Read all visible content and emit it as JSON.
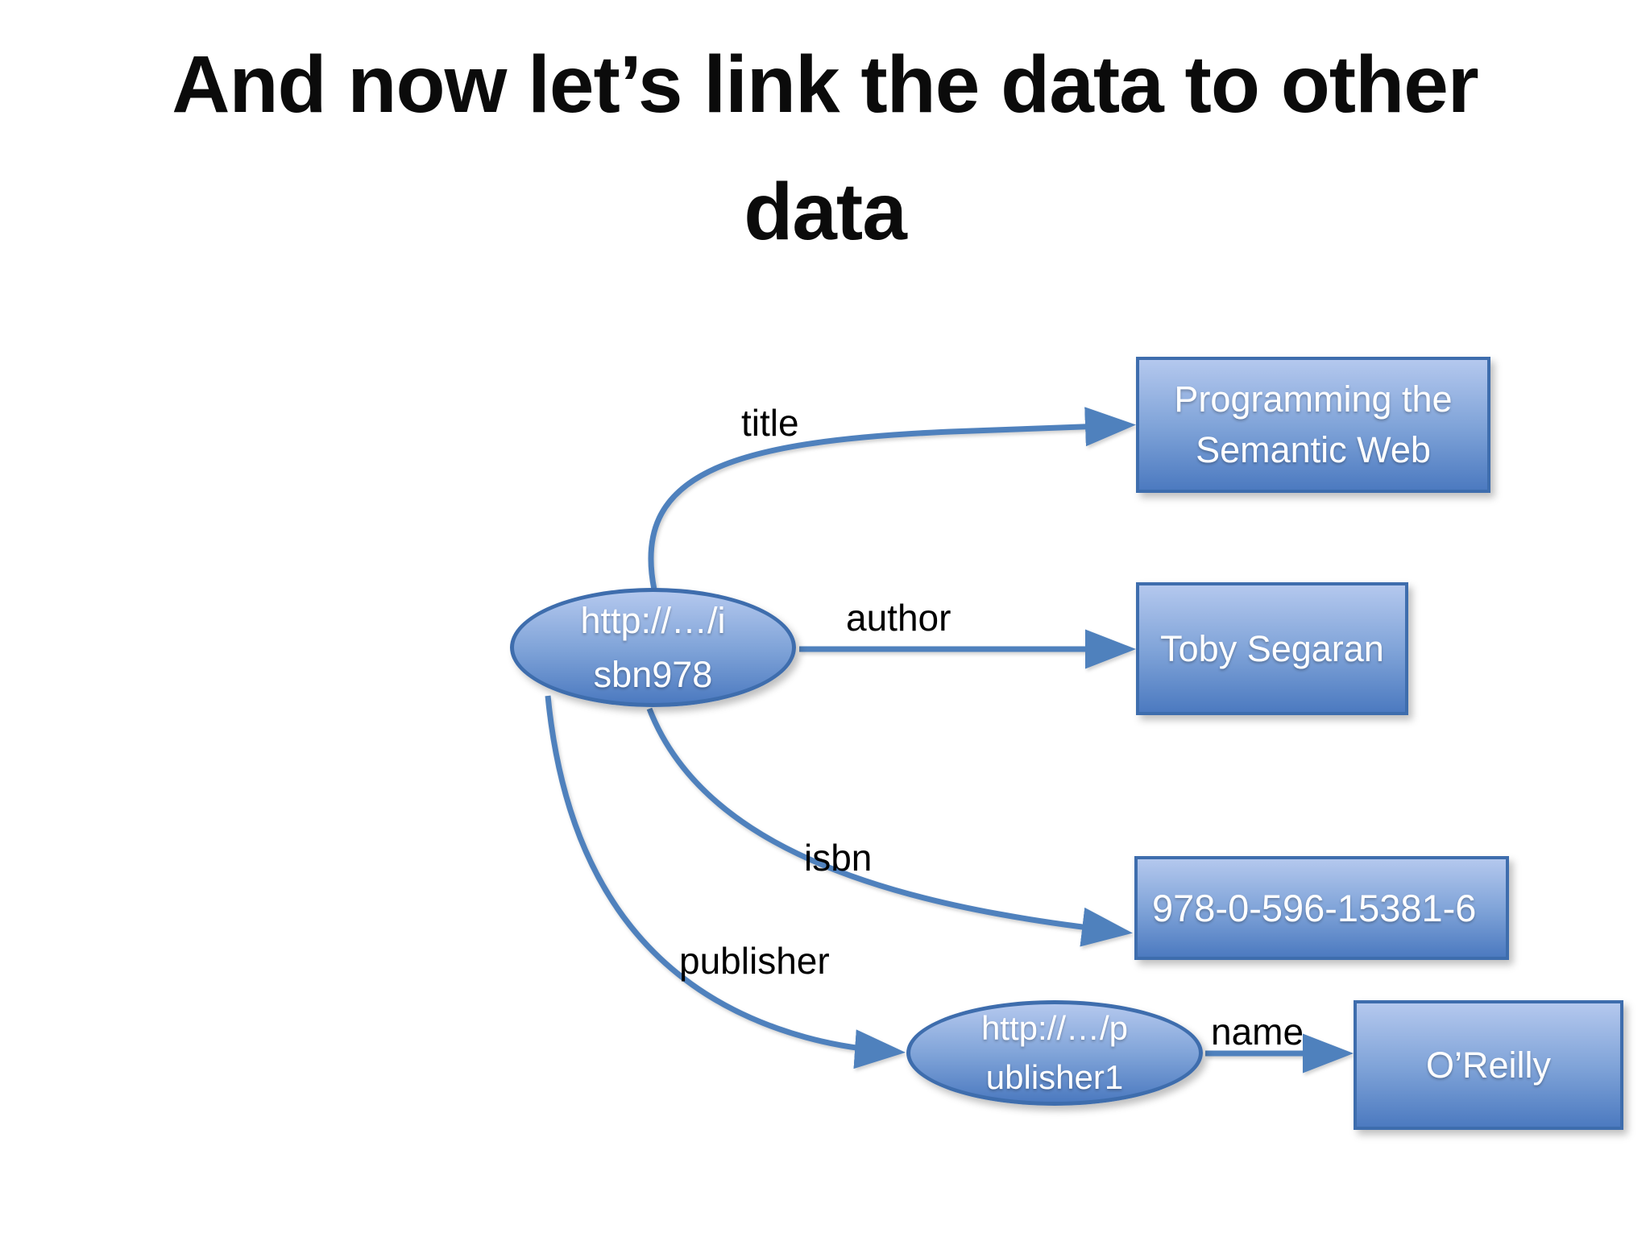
{
  "slide": {
    "title_text": "And now let’s link the data to other data",
    "title_lines": [
      "And now let’s link the data to other",
      "data"
    ]
  },
  "nodes": {
    "isbn978": {
      "type": "ellipse",
      "full": "http://…/isbn978",
      "lines": [
        "http://…/i",
        "sbn978"
      ]
    },
    "book_title": {
      "type": "rect",
      "full": "Programming the Semantic Web",
      "lines": [
        "Programming the",
        "Semantic Web"
      ]
    },
    "author_name": {
      "type": "rect",
      "text": "Toby Segaran"
    },
    "isbn_value": {
      "type": "rect",
      "text": "978-0-596-15381-6"
    },
    "publisher1": {
      "type": "ellipse",
      "full": "http://…/publisher1",
      "lines": [
        "http://…/p",
        "ublisher1"
      ]
    },
    "publisher_name": {
      "type": "rect",
      "text": "O’Reilly"
    }
  },
  "edges": {
    "title": {
      "label": "title",
      "from": "isbn978",
      "to": "book_title"
    },
    "author": {
      "label": "author",
      "from": "isbn978",
      "to": "author_name"
    },
    "isbn": {
      "label": "isbn",
      "from": "isbn978",
      "to": "isbn_value"
    },
    "publisher": {
      "label": "publisher",
      "from": "isbn978",
      "to": "publisher1"
    },
    "name": {
      "label": "name",
      "from": "publisher1",
      "to": "publisher_name"
    }
  },
  "colors": {
    "background": "#ffffff",
    "arrow": "#4f81bd",
    "node_border": "#3e6dad",
    "node_gradient_top": "#b4c8ee",
    "node_gradient_mid": "#7fa3d8",
    "node_gradient_bottom": "#4c7ac0",
    "node_text": "#ffffff",
    "label_text": "#000000"
  }
}
